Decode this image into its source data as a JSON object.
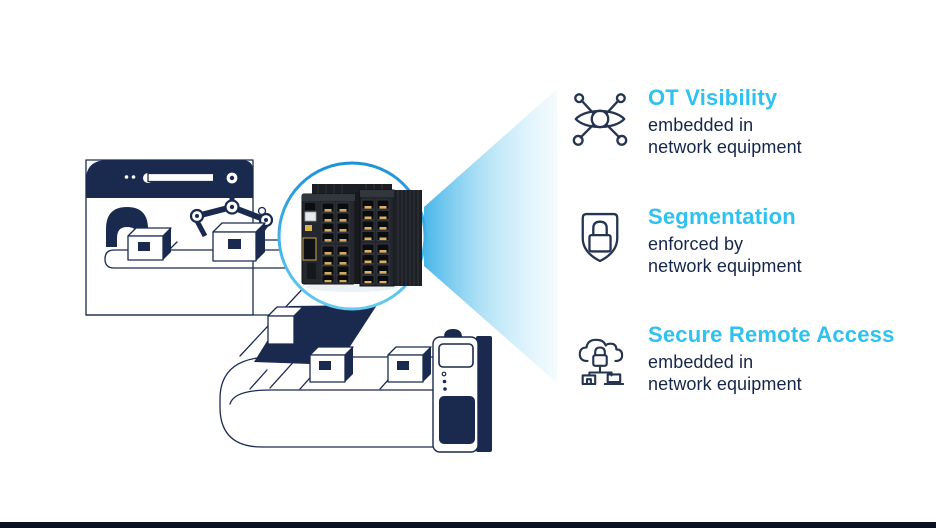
{
  "colors": {
    "accent_cyan": "#2fc1f0",
    "navy_ink": "#1a2a4e",
    "body_text": "#16264a",
    "beam_start": "#3eb3e8",
    "beam_end": "#e9f7fd",
    "circle_border": "#2aa3e4",
    "footer_bar": "#0b1120",
    "port_tab": "#d2a863"
  },
  "center": {
    "device": "two industrial ethernet switches shown inside magnifier circle"
  },
  "features": [
    {
      "icon": "eye-network-icon",
      "title": "OT Visibility",
      "line1": "embedded in",
      "line2": "network equipment"
    },
    {
      "icon": "shield-lock-icon",
      "title": "Segmentation",
      "line1": "enforced by",
      "line2": "network equipment"
    },
    {
      "icon": "cloud-lock-devices-icon",
      "title": "Secure Remote Access",
      "line1": "embedded in",
      "line2": "network equipment"
    }
  ]
}
